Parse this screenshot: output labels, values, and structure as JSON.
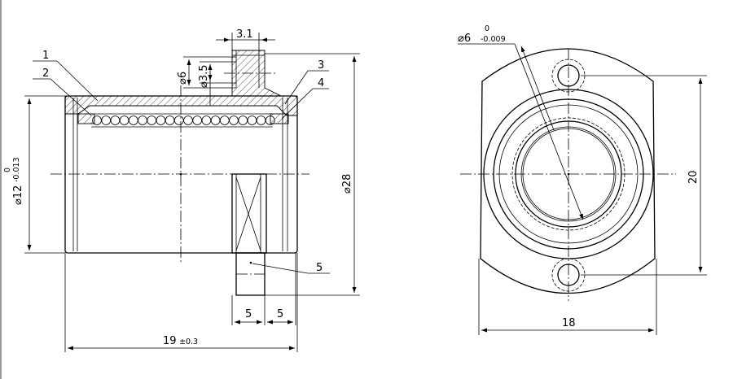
{
  "side_view": {
    "dim_width_top": "3.1",
    "dim_dia_6": "⌀6",
    "dim_dia_35": "⌀3.5",
    "dim_dia_12_base": "⌀12",
    "dim_dia_12_upper": "0",
    "dim_dia_12_lower": "-0.013",
    "dim_dia_28": "⌀28",
    "dim_5_left": "5",
    "dim_5_right": "5",
    "dim_length_value": "19",
    "dim_length_tol": "±0.3"
  },
  "part_callouts": [
    "1",
    "2",
    "3",
    "4",
    "5"
  ],
  "front_view": {
    "dim_bore_base": "⌀6",
    "dim_bore_upper": "0",
    "dim_bore_lower": "-0.009",
    "dim_height": "20",
    "dim_width": "18"
  }
}
